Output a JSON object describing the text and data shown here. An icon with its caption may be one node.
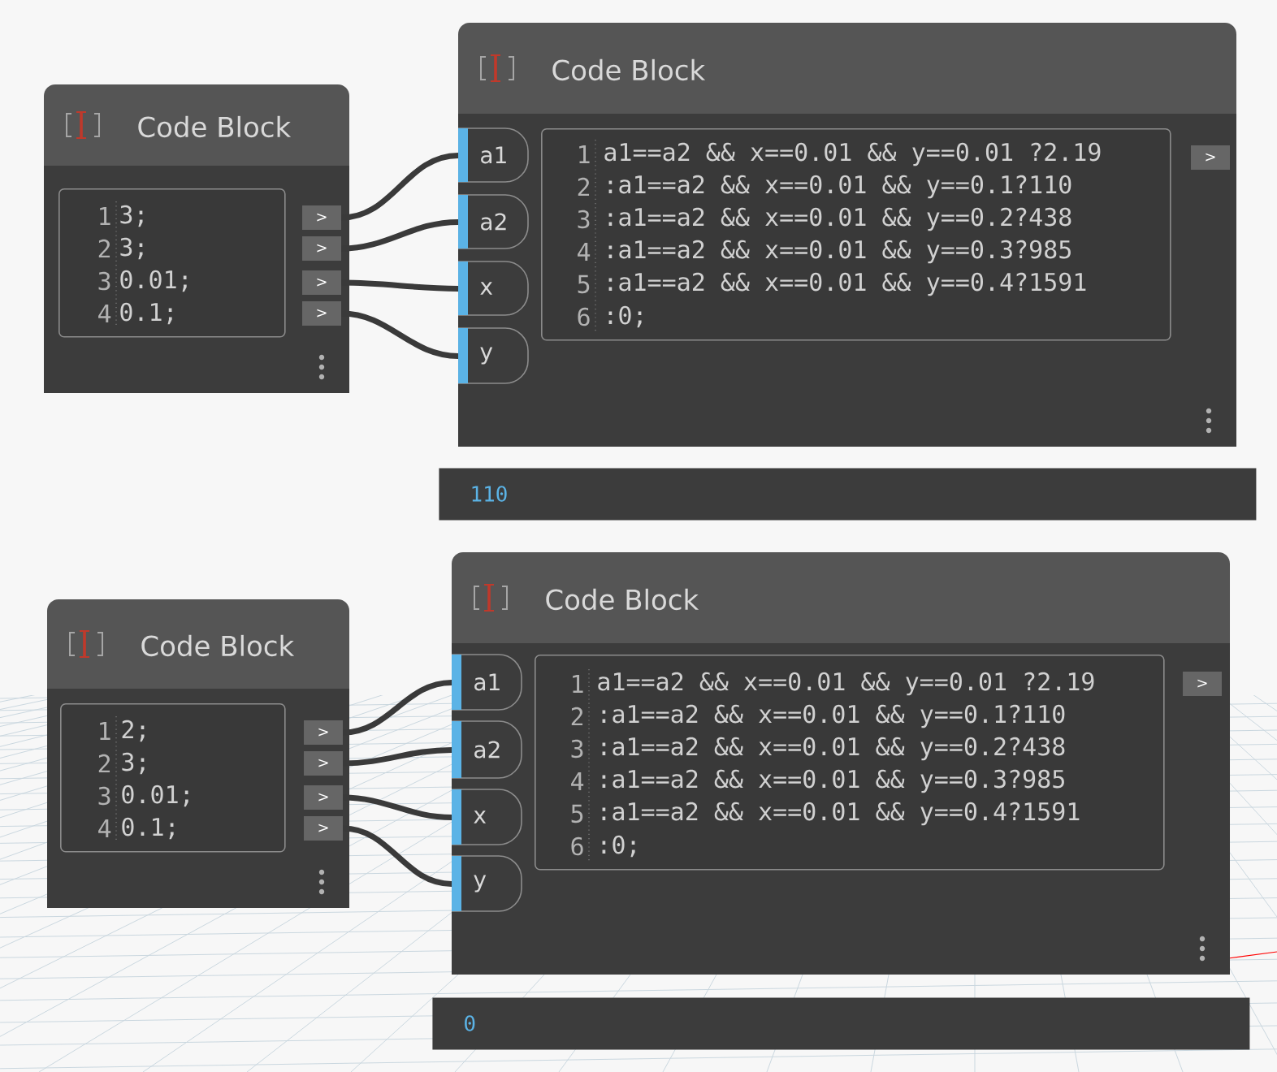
{
  "diagram": {
    "nodes": [
      {
        "text": [
          "Code Block"
        ]
      },
      {
        "text": [
          "1",
          "3;",
          "2",
          "3;",
          "3",
          "0.01;",
          "4",
          "0.1;"
        ],
        "in": 0
      },
      {
        "text": [
          ">"
        ],
        "in": 0
      },
      {
        "text": [
          ">"
        ],
        "in": 0
      },
      {
        "text": [
          ">"
        ],
        "in": 0
      },
      {
        "text": [
          ">"
        ],
        "in": 0
      },
      {
        "text": [
          "Code Block"
        ]
      },
      {
        "text": [
          "a1"
        ],
        "in": 6
      },
      {
        "text": [
          "a2"
        ],
        "in": 6
      },
      {
        "text": [
          "x"
        ],
        "in": 6
      },
      {
        "text": [
          "y"
        ],
        "in": 6
      },
      {
        "text": [
          "1",
          "a1==a2 && x==0.01 &&  y==0.01 ?2.19",
          "2",
          ":a1==a2 && x==0.01 && y==0.1?110",
          "3",
          ":a1==a2 && x==0.01 && y==0.2?438",
          "4",
          ":a1==a2 && x==0.01 && y==0.3?985",
          "5",
          ":a1==a2 && x==0.01 && y==0.4?1591",
          "6",
          ":0;"
        ],
        "in": 6
      },
      {
        "text": [
          ">"
        ],
        "in": 6
      },
      {
        "text": [
          "110"
        ]
      },
      {
        "text": [
          "Code Block"
        ]
      },
      {
        "text": [
          "1",
          "2;",
          "2",
          "3;",
          "3",
          "0.01;",
          "4",
          "0.1;"
        ],
        "in": 14
      },
      {
        "text": [
          ">"
        ],
        "in": 14
      },
      {
        "text": [
          ">"
        ],
        "in": 14
      },
      {
        "text": [
          ">"
        ],
        "in": 14
      },
      {
        "text": [
          ">"
        ],
        "in": 14
      },
      {
        "text": [
          "Code Block"
        ]
      },
      {
        "text": [
          "a1"
        ],
        "in": 20
      },
      {
        "text": [
          "a2"
        ],
        "in": 20
      },
      {
        "text": [
          "x"
        ],
        "in": 20
      },
      {
        "text": [
          "y"
        ],
        "in": 20
      },
      {
        "text": [
          "1",
          "a1==a2 && x==0.01 &&  y==0.01 ?2.19",
          "2",
          ":a1==a2 && x==0.01 && y==0.1?110",
          "3",
          ":a1==a2 && x==0.01 && y==0.2?438",
          "4",
          ":a1==a2 && x==0.01 && y==0.3?985",
          "5",
          ":a1==a2 && x==0.01 && y==0.4?1591",
          "6",
          ":0;"
        ],
        "in": 20
      },
      {
        "text": [
          ">"
        ],
        "in": 20
      },
      {
        "text": [
          "0"
        ]
      }
    ],
    "edges": [
      {
        "from": 2,
        "to": 7,
        "arrow": "none"
      },
      {
        "from": 3,
        "to": 8,
        "arrow": "none"
      },
      {
        "from": 4,
        "to": 9,
        "arrow": "none"
      },
      {
        "from": 5,
        "to": 10,
        "arrow": "none"
      },
      {
        "from": 16,
        "to": 21,
        "arrow": "none"
      },
      {
        "from": 17,
        "to": 22,
        "arrow": "none"
      },
      {
        "from": 18,
        "to": 23,
        "arrow": "none"
      },
      {
        "from": 19,
        "to": 24,
        "arrow": "none"
      }
    ]
  }
}
